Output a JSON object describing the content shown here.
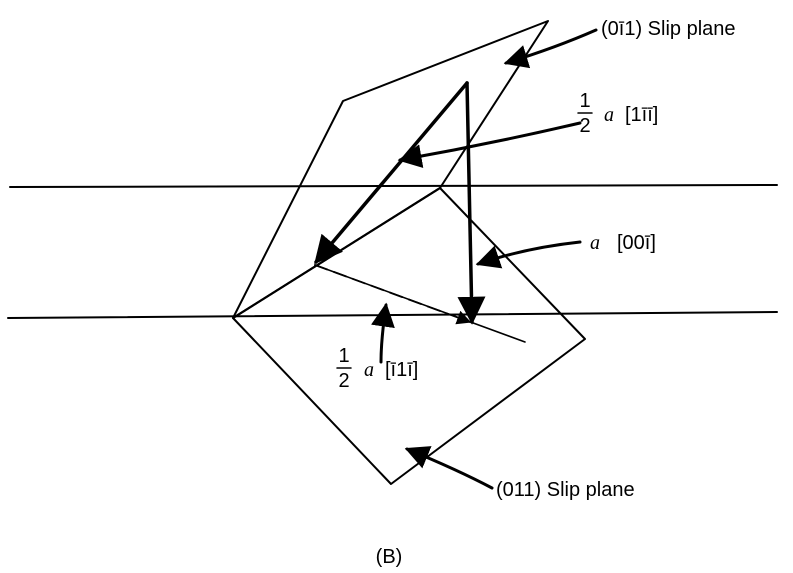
{
  "labels": {
    "plane_top": "(0ī1) Slip plane",
    "plane_bottom": "(011) Slip plane",
    "vec_top": {
      "frac_num": "1",
      "frac_den": "2",
      "sym": "a",
      "index": "[1īī]"
    },
    "vec_right": {
      "sym": "a",
      "index": "[00ī]"
    },
    "vec_left": {
      "frac_num": "1",
      "frac_den": "2",
      "sym": "a",
      "index": "[ī1ī]"
    },
    "caption": "(B)"
  }
}
